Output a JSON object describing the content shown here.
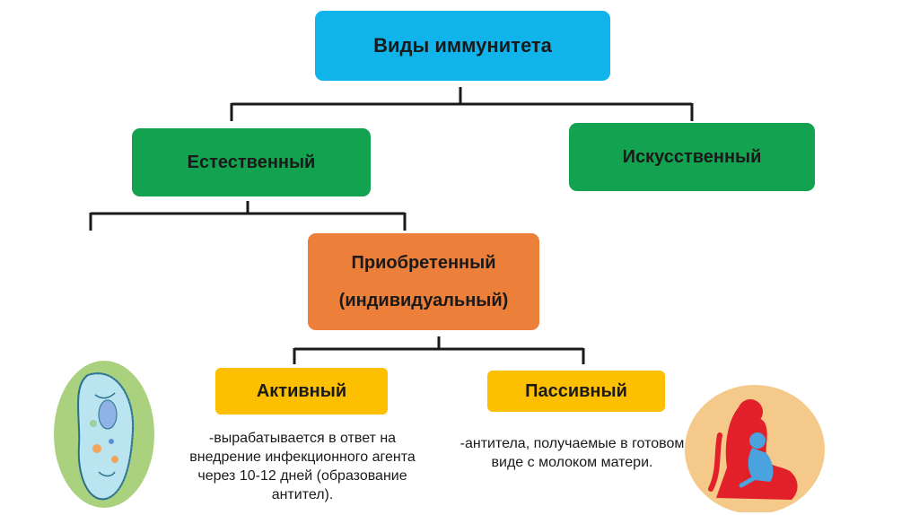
{
  "diagram": {
    "root": {
      "label": "Виды иммунитета"
    },
    "natural": {
      "label": "Естественный"
    },
    "artificial": {
      "label": "Искусственный"
    },
    "acquired": {
      "label_line1": "Приобретенный",
      "label_line2": "(индивидуальный)"
    },
    "active": {
      "label": "Активный",
      "description": "-вырабатывается в ответ на внедрение инфекционного агента через 10-12 дней (образование антител)."
    },
    "passive": {
      "label": "Пассивный",
      "description": "-антитела, получаемые в готовом виде с молоком матери."
    }
  },
  "colors": {
    "root": "#10b4ea",
    "level1": "#13a24f",
    "acquired": "#ec7f3a",
    "leaf": "#fcc000",
    "connector": "#1a1a1a"
  },
  "icons": {
    "left": "paramecium-cell-icon",
    "right": "mother-breastfeeding-icon"
  }
}
